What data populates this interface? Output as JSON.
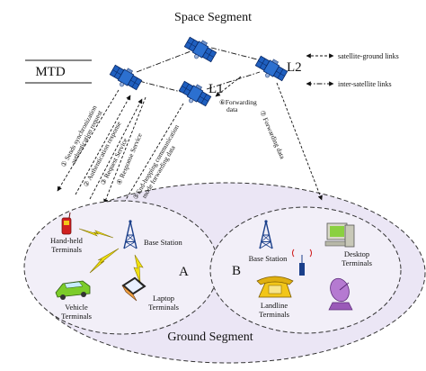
{
  "titles": {
    "space": "Space Segment",
    "ground": "Ground Segment",
    "mtd": "MTD"
  },
  "legend": {
    "satellite_ground": "satellite-ground  links",
    "inter_satellite": "inter-satellite  links"
  },
  "satellites": {
    "l1": "L1",
    "l2": "L2"
  },
  "steps": {
    "s1_line1": "① Sends synchronization",
    "s1_line2": "authentication request",
    "s2": "② Authentication response",
    "s3": "③ Request Service",
    "s4": "④ Response Service",
    "s5_line1": "⑤End-hopping communication",
    "s5_line2": "mode forwarding data",
    "s6_line1": "⑥Forwarding",
    "s6_line2": "data",
    "s7": "⑦ Forwarding data"
  },
  "regions": {
    "a": "A",
    "b": "B"
  },
  "terminals_a": {
    "handheld_1": "Hand-held",
    "handheld_2": "Terminals",
    "base_station": "Base Station",
    "vehicle_1": "Vehicle",
    "vehicle_2": "Terminals",
    "laptop_1": "Laptop",
    "laptop_2": "Terminals"
  },
  "terminals_b": {
    "base_station": "Base Station",
    "desktop_1": "Desktop",
    "desktop_2": "Terminals",
    "landline_1": "Landline",
    "landline_2": "Terminals"
  },
  "colors": {
    "satellite_blue": "#1f5fbf",
    "ground_fill": "#ebe6f5",
    "vehicle_green": "#7ccc2a",
    "phone_red": "#d02020",
    "phone_yellow": "#f2c619",
    "lightning": "#f0e010",
    "dish_purple": "#b57ad1",
    "tower_blue": "#1a3f8a"
  }
}
